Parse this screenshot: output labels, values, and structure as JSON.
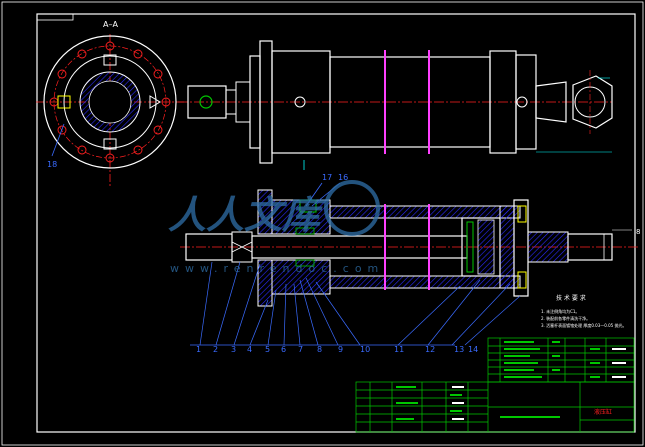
{
  "drawing": {
    "section_label": "A–A",
    "hole_callout": "18",
    "top_callouts": [
      "17",
      "16"
    ],
    "side_note_mark": "8",
    "part_numbers": [
      "1",
      "2",
      "3",
      "4",
      "5",
      "6",
      "7",
      "8",
      "9",
      "10",
      "11",
      "12",
      "13",
      "14"
    ],
    "tech_req_title": "技 术 要 求",
    "tech_req_lines": [
      "1. 未注倒角均为C1。",
      "2. 装配前各零件清洗干净。",
      "3. 活塞杆表面镀铬处理 厚度0.03—0.05 抛光。"
    ],
    "watermark_cn": "人人文库",
    "watermark_en": "www.renrendoc.com",
    "title_block_name": "液压缸"
  },
  "colors": {
    "background": "#000000",
    "outline": "#ffffff",
    "center_line": "#ff2020",
    "hatch": "#2a2aff",
    "magenta": "#ff40ff",
    "leader": "#3a6bff",
    "green": "#00c800",
    "yellow": "#ffff00",
    "cyan": "#00ffff",
    "watermark": "#2f6fa8"
  }
}
